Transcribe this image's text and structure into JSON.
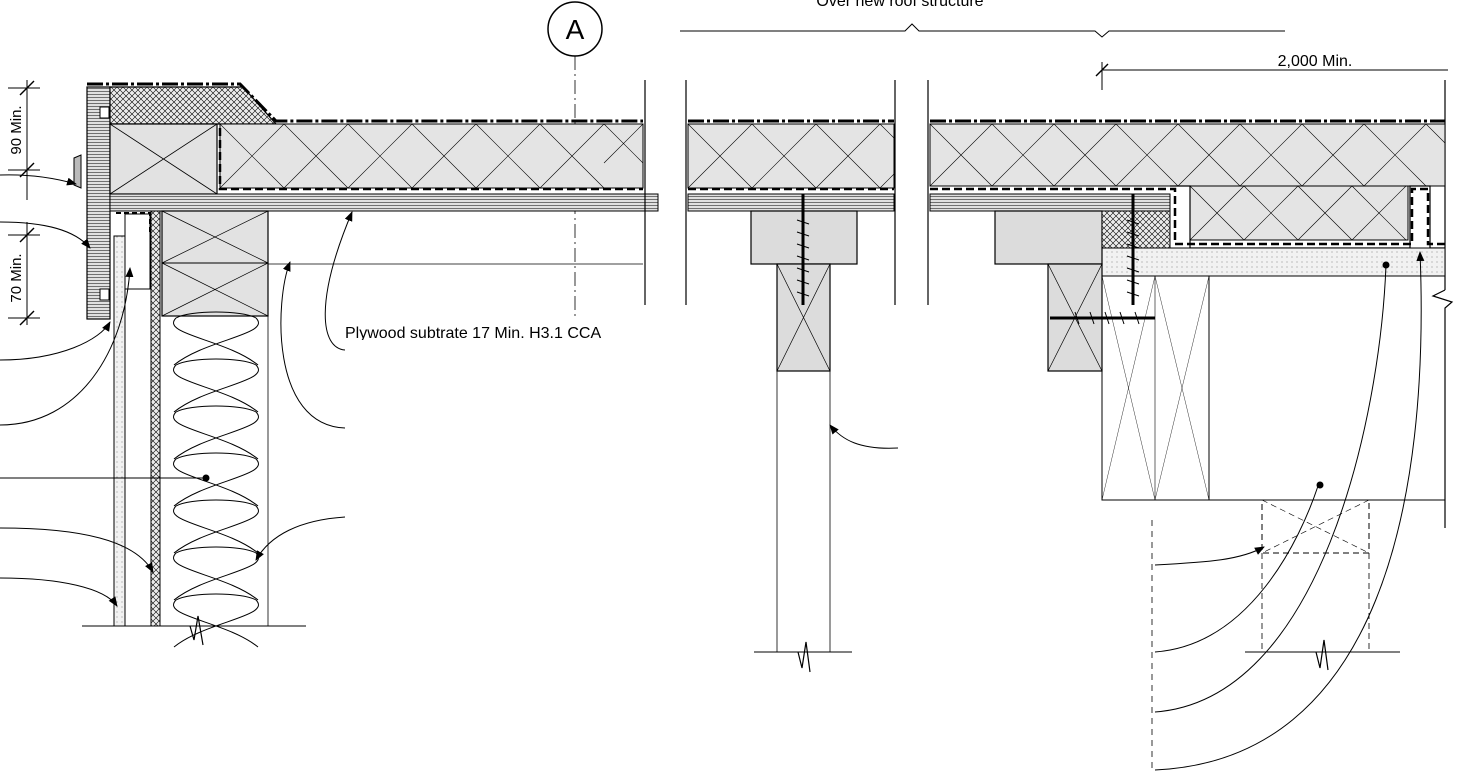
{
  "title": "",
  "section_marker": "A",
  "dimensions": {
    "fascia_height": "90 Min.",
    "upstand_height": "70 Min.",
    "top_span_label": "Over new roof structure",
    "right_span_label": "2,000 Min."
  },
  "notes": {
    "plywood_line": "Plywood subtrate 17 Min. H3.1 CCA"
  },
  "colors": {
    "line": "#000000",
    "hatch_fill": "#d9d9d9",
    "background": "#ffffff"
  }
}
